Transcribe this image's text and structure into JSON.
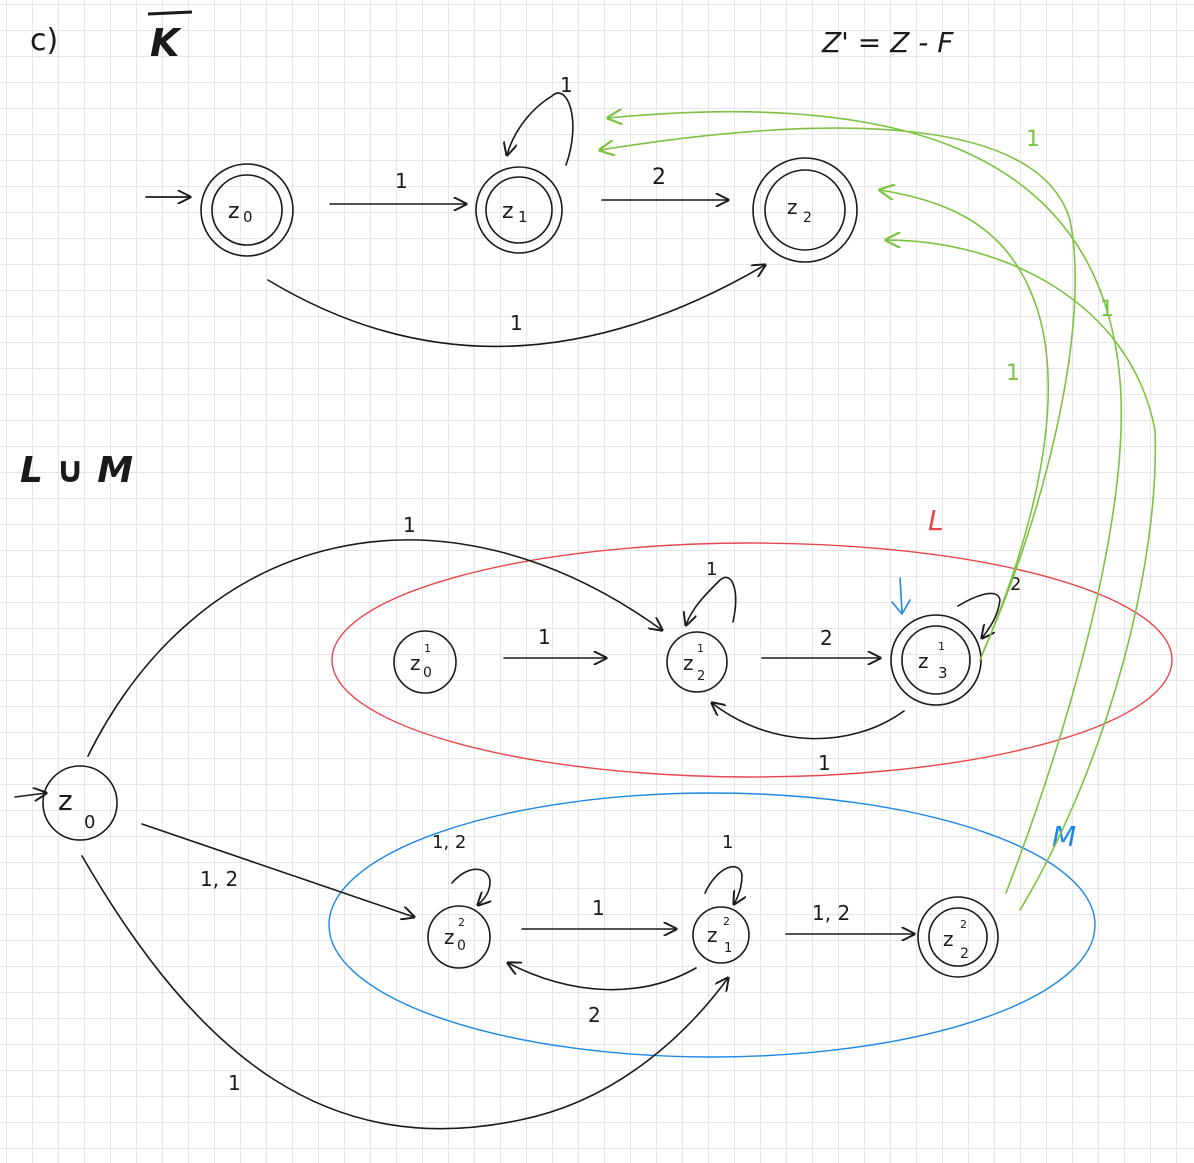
{
  "part_label": "c)",
  "complement_title": "K",
  "formula": "Z' = Z - F",
  "union_title": "L ∪ M",
  "set_label_L": "L",
  "set_label_M": "M",
  "colors": {
    "ink": "#1a1a1a",
    "green": "#7dc242",
    "red": "#e5484d",
    "blue": "#1e88e5"
  },
  "top_automaton": {
    "states": [
      {
        "id": "z0",
        "label": "z",
        "sub": "0",
        "start": true,
        "accepting": true
      },
      {
        "id": "z1",
        "label": "z",
        "sub": "1",
        "accepting": true
      },
      {
        "id": "z2",
        "label": "z",
        "sub": "2",
        "accepting": true
      }
    ],
    "edges": [
      {
        "from": "z0",
        "to": "z1",
        "label": "1"
      },
      {
        "from": "z1",
        "to": "z1",
        "label": "1"
      },
      {
        "from": "z1",
        "to": "z2",
        "label": "2"
      },
      {
        "from": "z0",
        "to": "z2",
        "label": "1"
      }
    ]
  },
  "union_automaton": {
    "start": {
      "id": "z0",
      "label": "z",
      "sub": "0"
    },
    "L": {
      "states": [
        {
          "id": "z10",
          "label": "z",
          "sup": "1",
          "sub": "0"
        },
        {
          "id": "z12",
          "label": "z",
          "sup": "1",
          "sub": "2"
        },
        {
          "id": "z13",
          "label": "z",
          "sup": "1",
          "sub": "3",
          "accepting": true
        }
      ],
      "edges": [
        {
          "from": "z10",
          "to": "z12",
          "label": "1"
        },
        {
          "from": "z12",
          "to": "z12",
          "label": "1"
        },
        {
          "from": "z12",
          "to": "z13",
          "label": "2"
        },
        {
          "from": "z13",
          "to": "z13",
          "label": "2"
        },
        {
          "from": "z13",
          "to": "z12",
          "label": "1"
        }
      ]
    },
    "M": {
      "states": [
        {
          "id": "z20",
          "label": "z",
          "sup": "2",
          "sub": "0"
        },
        {
          "id": "z21",
          "label": "z",
          "sup": "2",
          "sub": "1"
        },
        {
          "id": "z22",
          "label": "z",
          "sup": "2",
          "sub": "2",
          "accepting": true
        }
      ],
      "edges": [
        {
          "from": "z20",
          "to": "z20",
          "label": "1, 2"
        },
        {
          "from": "z20",
          "to": "z21",
          "label": "1"
        },
        {
          "from": "z21",
          "to": "z21",
          "label": "1"
        },
        {
          "from": "z21",
          "to": "z20",
          "label": "2"
        },
        {
          "from": "z21",
          "to": "z22",
          "label": "1, 2"
        }
      ]
    },
    "start_edges": [
      {
        "from": "z0",
        "to": "z12",
        "label": "1"
      },
      {
        "from": "z0",
        "to": "z20",
        "label": "1, 2"
      },
      {
        "from": "z0",
        "to": "z21",
        "label": "1"
      }
    ],
    "cross_edges": [
      {
        "from": "z22",
        "to": "z1",
        "label": "1"
      },
      {
        "from": "z22",
        "to": "z2",
        "label": "1"
      },
      {
        "from": "z13",
        "to": "z1",
        "label": "1"
      },
      {
        "from": "z13",
        "to": "z2",
        "label": "1"
      }
    ]
  }
}
